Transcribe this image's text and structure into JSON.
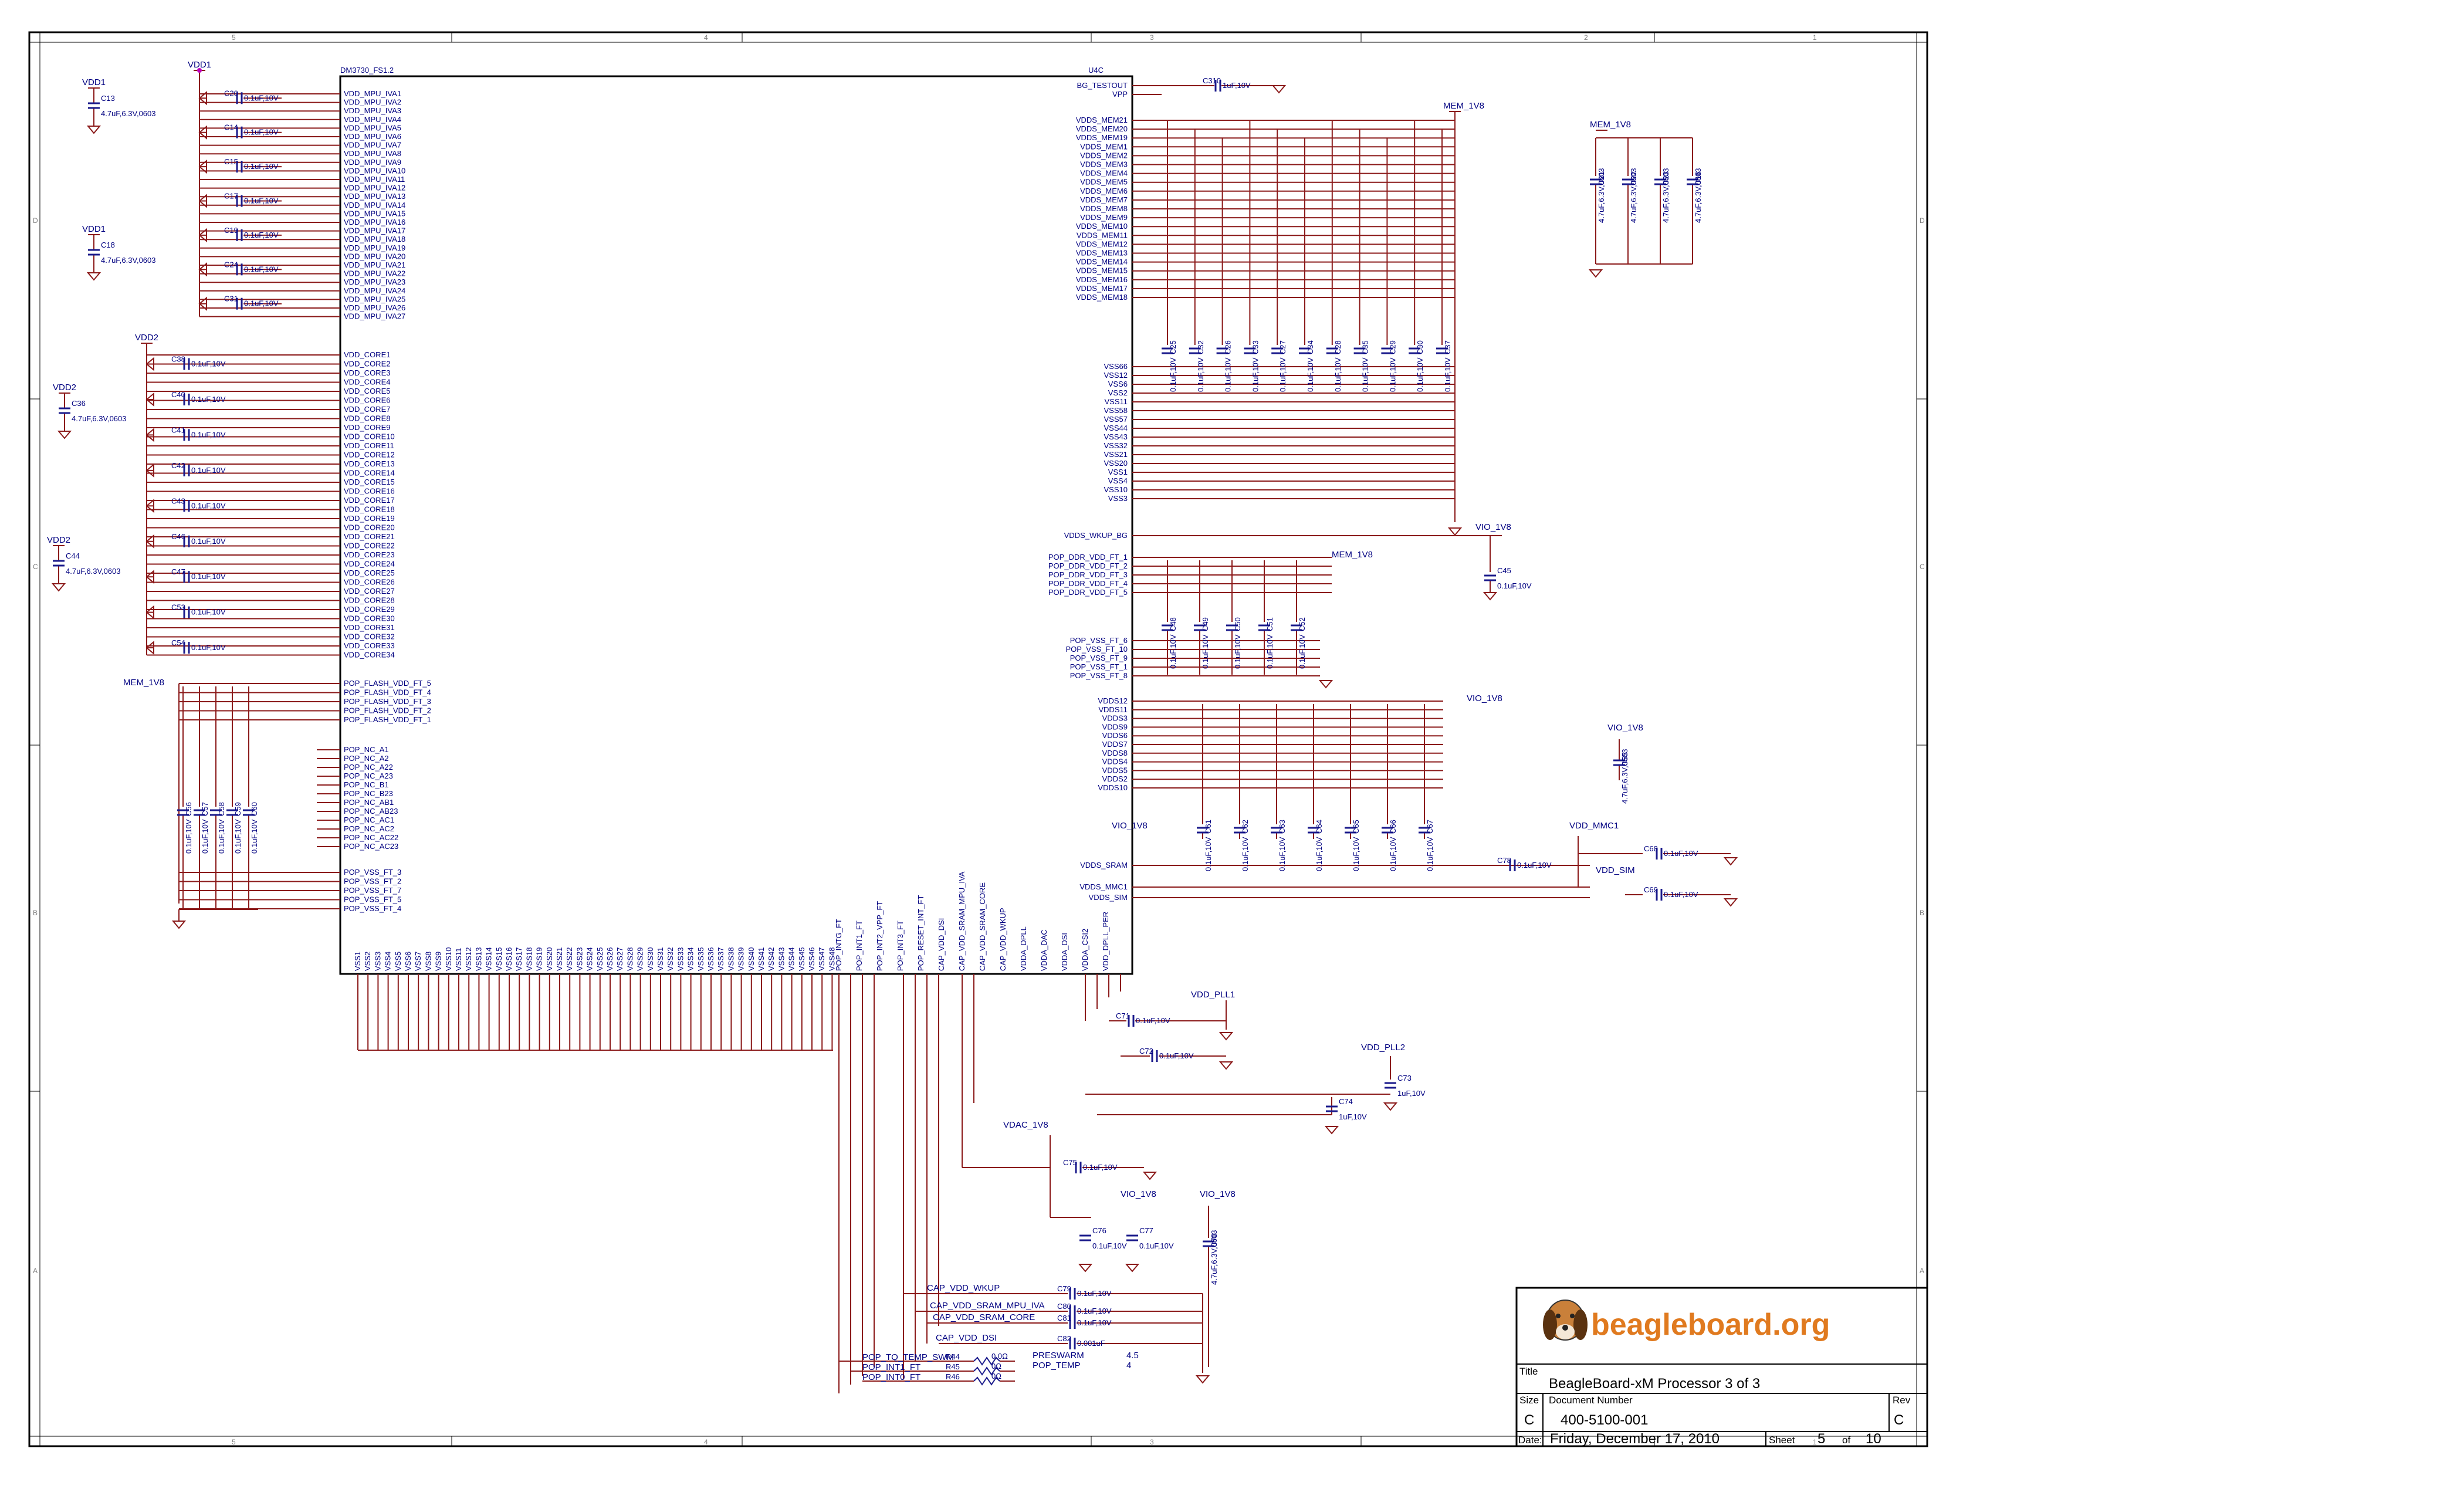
{
  "title_block": {
    "logo_text": "beagleboard.org",
    "title_caption": "Title",
    "title": "BeagleBoard-xM Processor 3 of 3",
    "size_caption": "Size",
    "size": "C",
    "docnum_caption": "Document Number",
    "docnum": "400-5100-001",
    "rev_caption": "Rev",
    "rev": "C",
    "date_caption": "Date:",
    "date": "Friday, December 17, 2010",
    "sheet_caption": "Sheet",
    "sheet": "5",
    "of_caption": "of",
    "sheet_total": "10"
  },
  "grid": {
    "top": [
      "5",
      "4",
      "3",
      "2",
      "1"
    ],
    "rows": [
      "D",
      "C",
      "B",
      "A"
    ]
  },
  "ic": {
    "refdes": "U4C",
    "part": "DM3730_FS1.2",
    "left_mpu_pins": [
      "VDD_MPU_IVA1",
      "VDD_MPU_IVA2",
      "VDD_MPU_IVA3",
      "VDD_MPU_IVA4",
      "VDD_MPU_IVA5",
      "VDD_MPU_IVA6",
      "VDD_MPU_IVA7",
      "VDD_MPU_IVA8",
      "VDD_MPU_IVA9",
      "VDD_MPU_IVA10",
      "VDD_MPU_IVA11",
      "VDD_MPU_IVA12",
      "VDD_MPU_IVA13",
      "VDD_MPU_IVA14",
      "VDD_MPU_IVA15",
      "VDD_MPU_IVA16",
      "VDD_MPU_IVA17",
      "VDD_MPU_IVA18",
      "VDD_MPU_IVA19",
      "VDD_MPU_IVA20",
      "VDD_MPU_IVA21",
      "VDD_MPU_IVA22",
      "VDD_MPU_IVA23",
      "VDD_MPU_IVA24",
      "VDD_MPU_IVA25",
      "VDD_MPU_IVA26",
      "VDD_MPU_IVA27"
    ],
    "left_core_pins": [
      "VDD_CORE1",
      "VDD_CORE2",
      "VDD_CORE3",
      "VDD_CORE4",
      "VDD_CORE5",
      "VDD_CORE6",
      "VDD_CORE7",
      "VDD_CORE8",
      "VDD_CORE9",
      "VDD_CORE10",
      "VDD_CORE11",
      "VDD_CORE12",
      "VDD_CORE13",
      "VDD_CORE14",
      "VDD_CORE15",
      "VDD_CORE16",
      "VDD_CORE17",
      "VDD_CORE18",
      "VDD_CORE19",
      "VDD_CORE20",
      "VDD_CORE21",
      "VDD_CORE22",
      "VDD_CORE23",
      "VDD_CORE24",
      "VDD_CORE25",
      "VDD_CORE26",
      "VDD_CORE27",
      "VDD_CORE28",
      "VDD_CORE29",
      "VDD_CORE30",
      "VDD_CORE31",
      "VDD_CORE32",
      "VDD_CORE33",
      "VDD_CORE34"
    ],
    "left_flash_pins": [
      "POP_FLASH_VDD_FT_5",
      "POP_FLASH_VDD_FT_4",
      "POP_FLASH_VDD_FT_3",
      "POP_FLASH_VDD_FT_2",
      "POP_FLASH_VDD_FT_1"
    ],
    "left_nc_pins": [
      "POP_NC_A1",
      "POP_NC_A2",
      "POP_NC_A22",
      "POP_NC_A23",
      "POP_NC_B1",
      "POP_NC_B23",
      "POP_NC_AB1",
      "POP_NC_AB23",
      "POP_NC_AC1",
      "POP_NC_AC2",
      "POP_NC_AC22",
      "POP_NC_AC23"
    ],
    "left_vss_pins": [
      "POP_VSS_FT_3",
      "POP_VSS_FT_2",
      "POP_VSS_FT_7",
      "POP_VSS_FT_5",
      "POP_VSS_FT_4"
    ],
    "right_top_pins": [
      "BG_TESTOUT",
      "VPP"
    ],
    "right_mem_pins": [
      "VDDS_MEM21",
      "VDDS_MEM20",
      "VDDS_MEM19",
      "VDDS_MEM1",
      "VDDS_MEM2",
      "VDDS_MEM3",
      "VDDS_MEM4",
      "VDDS_MEM5",
      "VDDS_MEM6",
      "VDDS_MEM7",
      "VDDS_MEM8",
      "VDDS_MEM9",
      "VDDS_MEM10",
      "VDDS_MEM11",
      "VDDS_MEM12",
      "VDDS_MEM13",
      "VDDS_MEM14",
      "VDDS_MEM15",
      "VDDS_MEM16",
      "VDDS_MEM17",
      "VDDS_MEM18"
    ],
    "right_vss_pins": [
      "VSS66",
      "VSS12",
      "VSS6",
      "VSS2",
      "VSS11",
      "VSS58",
      "VSS57",
      "VSS44",
      "VSS43",
      "VSS32",
      "VSS21",
      "VSS20",
      "VSS1",
      "VSS4",
      "VSS10",
      "VSS3"
    ],
    "right_wkup": "VDDS_WKUP_BG",
    "right_pop_vdd": [
      "POP_DDR_VDD_FT_1",
      "POP_DDR_VDD_FT_2",
      "POP_DDR_VDD_FT_3",
      "POP_DDR_VDD_FT_4",
      "POP_DDR_VDD_FT_5"
    ],
    "right_pop_vss": [
      "POP_VSS_FT_6",
      "POP_VSS_FT_10",
      "POP_VSS_FT_9",
      "POP_VSS_FT_1",
      "POP_VSS_FT_8"
    ],
    "right_vdds_pins": [
      "VDDS12",
      "VDDS11",
      "VDDS3",
      "VDDS9",
      "VDDS6",
      "VDDS7",
      "VDDS8",
      "VDDS4",
      "VDDS5",
      "VDDS2",
      "VDDS10"
    ],
    "right_misc": [
      "VDDS_SRAM",
      "VDDS_MMC1",
      "VDDS_SIM"
    ],
    "bottom_vss_count": 48,
    "bottom_pins": [
      "POP_INTG_FT",
      "POP_INT1_FT",
      "POP_INT2_VPP_FT",
      "POP_INT3_FT",
      "POP_RESET_INT_FT",
      "CAP_VDD_DSI",
      "CAP_VDD_SRAM_MPU_IVA",
      "CAP_VDD_SRAM_CORE",
      "CAP_VDD_WKUP",
      "VDDA_DPLL",
      "VDDA_DAC",
      "VDDA_DSI",
      "VDDA_CSI2",
      "VDD_DPLL_PER"
    ]
  },
  "nets": [
    "VDD1",
    "VDD2",
    "MEM_1V8",
    "VIO_1V8",
    "VDD_MMC1",
    "VDD_SIM",
    "VDD_PLL1",
    "VDD_PLL2",
    "VDAC_1V8",
    "CAP_VDD_WKUP",
    "CAP_VDD_SRAM_MPU_IVA",
    "CAP_VDD_SRAM_CORE",
    "CAP_VDD_DSI",
    "POP_TQ_TEMP_SWM",
    "POP_INT1_FT",
    "POP_INT0_FT",
    "PRESWARM",
    "POP_TEMP"
  ],
  "capacitors": {
    "bulk": [
      {
        "ref": "C13",
        "value": "4.7uF,6.3V,0603"
      },
      {
        "ref": "C18",
        "value": "4.7uF,6.3V,0603"
      },
      {
        "ref": "C36",
        "value": "4.7uF,6.3V,0603"
      },
      {
        "ref": "C44",
        "value": "4.7uF,6.3V,0603"
      }
    ],
    "mpu": [
      "C20",
      "C14",
      "C15",
      "C17",
      "C19",
      "C24",
      "C31"
    ],
    "core": [
      "C38",
      "C40",
      "C41",
      "C42",
      "C43",
      "C46",
      "C47",
      "C53",
      "C54"
    ],
    "flash": [
      "C56",
      "C57",
      "C58",
      "C59",
      "C60"
    ],
    "mem_top": [
      "C21",
      "C22",
      "C23",
      "C16"
    ],
    "mem_bank": [
      "C25",
      "C32",
      "C26",
      "C33",
      "C27",
      "C34",
      "C28",
      "C35",
      "C29",
      "C30",
      "C37"
    ],
    "pop": [
      "C48",
      "C49",
      "C50",
      "C51",
      "C52"
    ],
    "vdds": [
      "C61",
      "C62",
      "C63",
      "C64",
      "C65",
      "C66",
      "C67"
    ],
    "misc": [
      "C310",
      "C45",
      "C55",
      "C68",
      "C69",
      "C70",
      "C71",
      "C72",
      "C73",
      "C74",
      "C75",
      "C76",
      "C77",
      "C78",
      "C79",
      "C80",
      "C81",
      "C82"
    ],
    "value_small": "0.1uF,10V",
    "value_bulk": "4.7uF,6.3V,0603",
    "value_1u": "1uF,10V",
    "value_1n": "0.001uF"
  },
  "resistors": [
    "R44",
    "R45",
    "R46"
  ],
  "resistor_values": [
    "0.0Ω",
    "0Ω",
    "0Ω"
  ],
  "misc_labels": [
    "4.5",
    "4"
  ]
}
